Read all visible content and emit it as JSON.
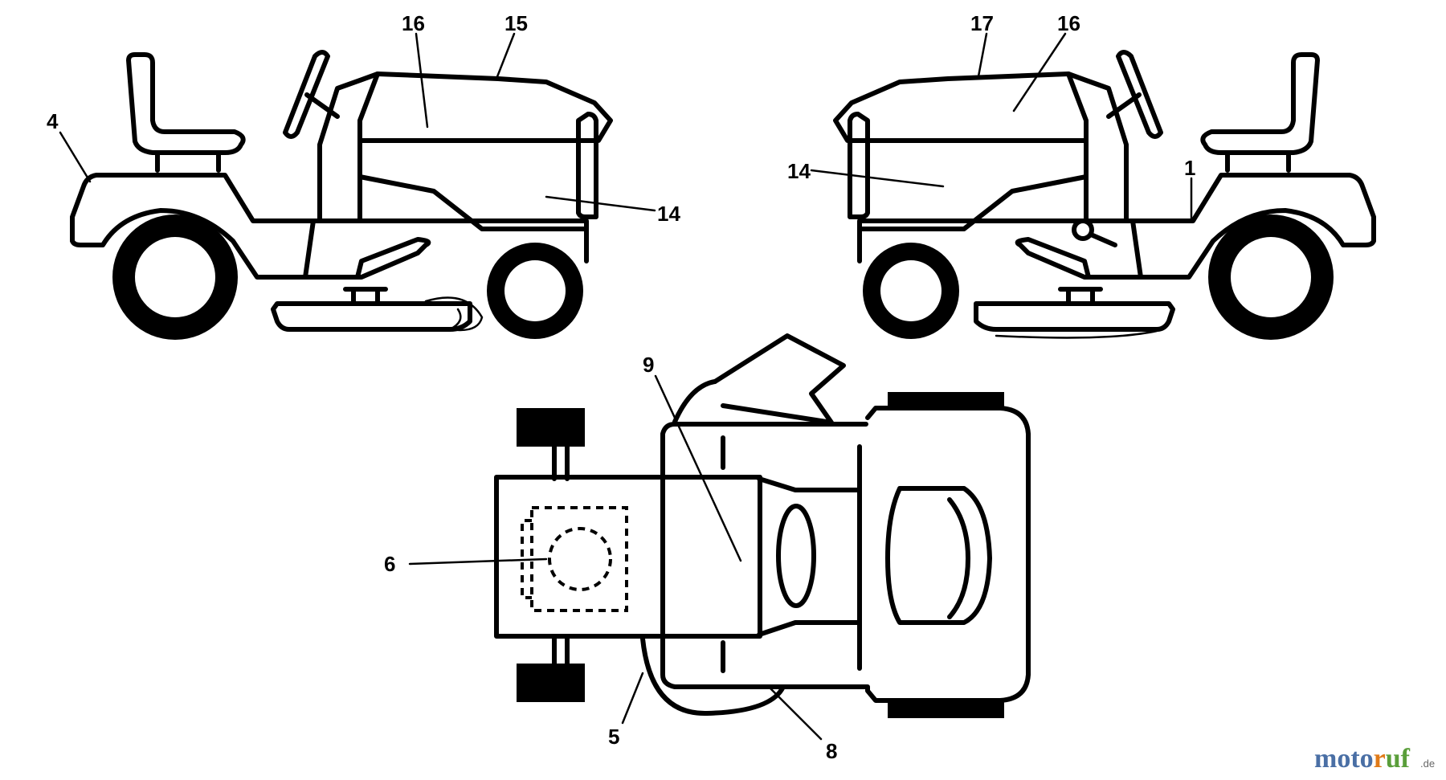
{
  "diagram": {
    "callouts": {
      "left_4": "4",
      "left_16": "16",
      "left_15": "15",
      "left_14": "14",
      "right_17": "17",
      "right_16": "16",
      "right_14": "14",
      "right_1": "1",
      "top_9": "9",
      "top_6": "6",
      "top_5": "5",
      "top_8": "8"
    },
    "watermark": {
      "part1": "moto",
      "part2": "r",
      "part3": "uf",
      "suffix": ".de",
      "colors": {
        "part1": "#4a6fa5",
        "part2": "#e07a18",
        "part3": "#5a9e3a"
      }
    }
  }
}
